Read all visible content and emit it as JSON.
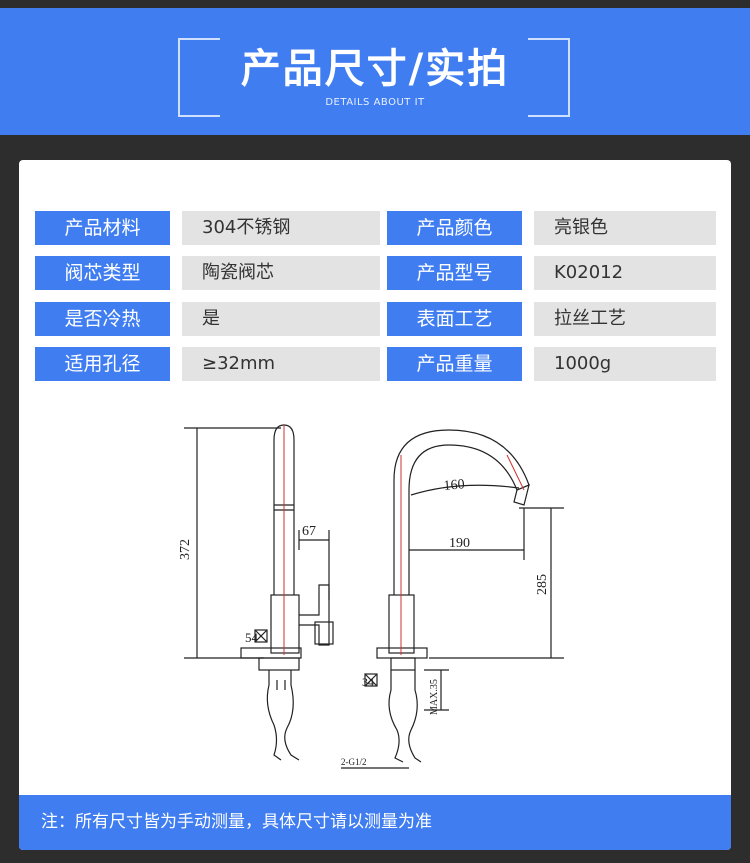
{
  "header": {
    "title": "产品尺寸/实拍",
    "subtitle": "DETAILS ABOUT IT"
  },
  "specs": [
    {
      "label": "产品材料",
      "value": "304不锈钢"
    },
    {
      "label": "产品颜色",
      "value": "亮银色"
    },
    {
      "label": "阀芯类型",
      "value": "陶瓷阀芯"
    },
    {
      "label": "产品型号",
      "value": "K02012"
    },
    {
      "label": "是否冷热",
      "value": "是"
    },
    {
      "label": "表面工艺",
      "value": "拉丝工艺"
    },
    {
      "label": "适用孔径",
      "value": "≥32mm"
    },
    {
      "label": "产品重量",
      "value": "1000g"
    }
  ],
  "drawing": {
    "left_height": "372",
    "left_reach": "67",
    "left_base": "54",
    "right_arc": "160",
    "right_reach": "190",
    "right_height": "285",
    "right_base": "34",
    "right_max": "MAX.35",
    "thread": "2-G1/2"
  },
  "footer": {
    "note": "注：所有尺寸皆为手动测量，具体尺寸请以测量为准"
  }
}
